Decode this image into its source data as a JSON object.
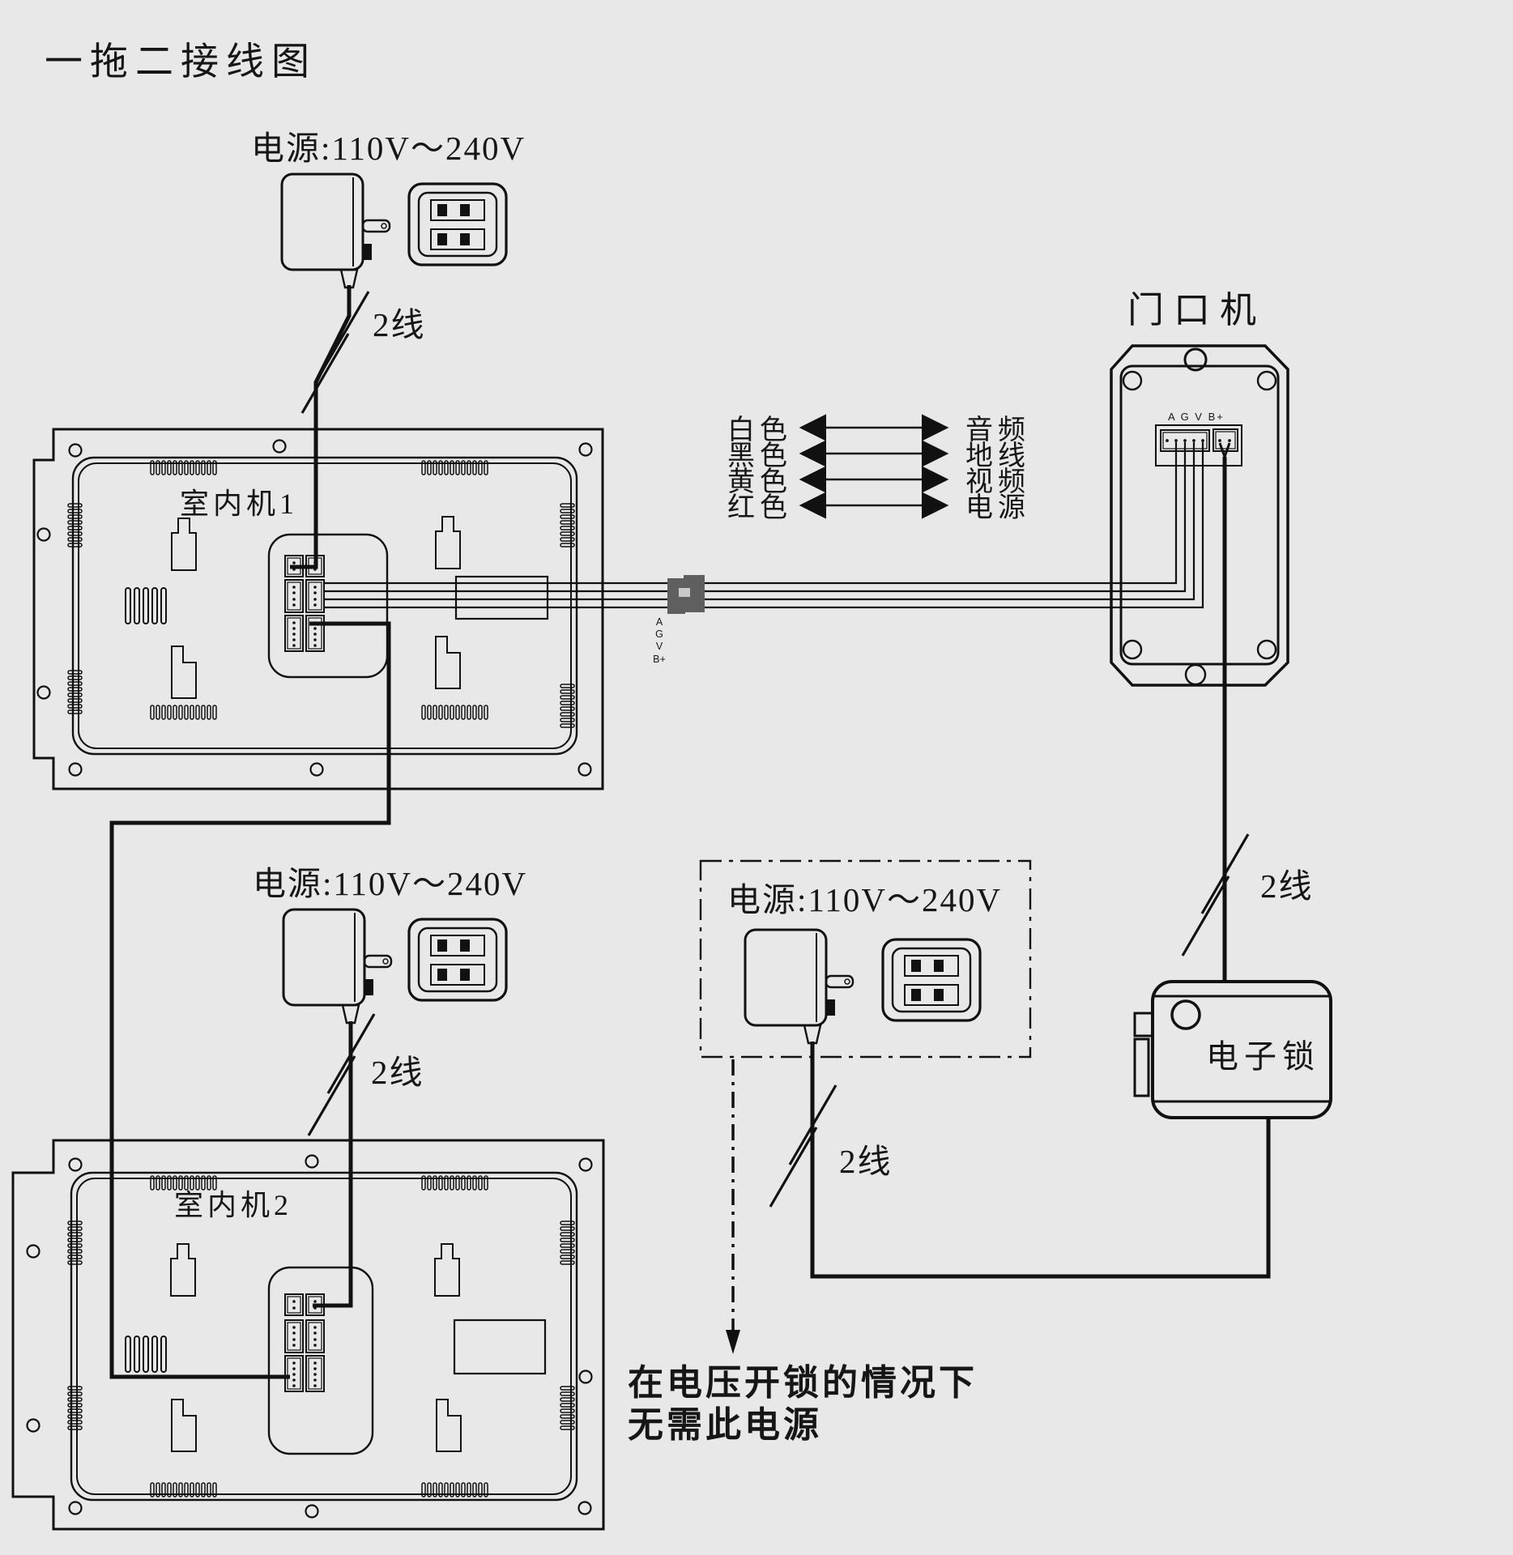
{
  "title": "一拖二接线图",
  "colors": {
    "background": "#e8e8e8",
    "line": "#111111",
    "cable_connector": "#5f5f5f"
  },
  "power": {
    "top": {
      "label": "电源:110V～240V"
    },
    "middle": {
      "label": "电源:110V～240V"
    },
    "optional": {
      "label": "电源:110V～240V"
    }
  },
  "wires": {
    "top_label": "2线",
    "middle_label": "2线",
    "door_label": "2线",
    "lock_label": "2线"
  },
  "legend": {
    "rows": [
      {
        "color": "白色",
        "signal": "音频"
      },
      {
        "color": "黑色",
        "signal": "地线"
      },
      {
        "color": "黄色",
        "signal": "视频"
      },
      {
        "color": "红色",
        "signal": "电源"
      }
    ]
  },
  "devices": {
    "indoor1": {
      "label": "室内机1"
    },
    "indoor2": {
      "label": "室内机2"
    },
    "door": {
      "label": "门口机",
      "terminal_label": "A G V B+"
    },
    "lock": {
      "label": "电子锁"
    }
  },
  "cable": {
    "pins": [
      "A",
      "G",
      "V",
      "B+"
    ]
  },
  "note": {
    "line1": "在电压开锁的情况下",
    "line2": "无需此电源"
  }
}
